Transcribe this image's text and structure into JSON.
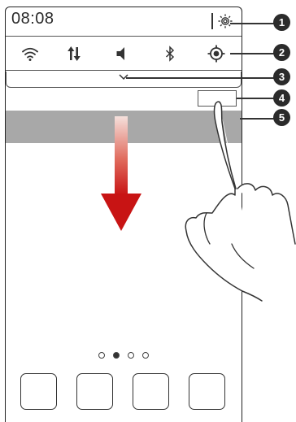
{
  "status_bar": {
    "time": "08:08",
    "settings_icon": "gear-icon"
  },
  "quick_toggles": [
    {
      "name": "wifi",
      "icon": "wifi-icon"
    },
    {
      "name": "mobile-data",
      "icon": "data-arrows-icon"
    },
    {
      "name": "sound",
      "icon": "speaker-icon"
    },
    {
      "name": "bluetooth",
      "icon": "bluetooth-icon"
    },
    {
      "name": "location",
      "icon": "location-target-icon"
    }
  ],
  "expand_icon": "chevron-down-icon",
  "home_screen": {
    "page_count": 4,
    "active_page": 2
  },
  "callouts": [
    "1",
    "2",
    "3",
    "4",
    "5"
  ],
  "colors": {
    "notification_bar": "#a8a8a8",
    "arrow_gradient_top": "#f5e0dc",
    "arrow_gradient_bottom": "#c81414",
    "callout_bg": "#2b2b2b"
  }
}
